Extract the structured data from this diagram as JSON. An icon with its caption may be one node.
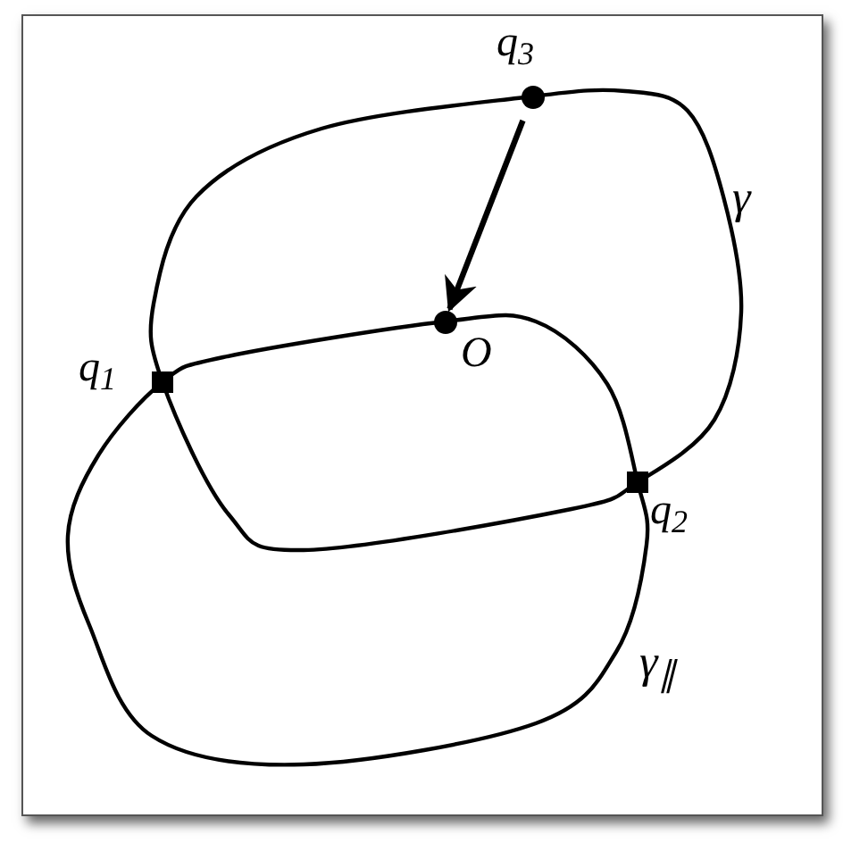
{
  "diagram": {
    "nodes": [
      {
        "text": [],
        "shape": "circle",
        "beside": [
          "q$_{3}$"
        ]
      },
      {
        "text": [],
        "shape": "circle",
        "beside": [
          "O"
        ]
      },
      {
        "text": [],
        "shape": "box",
        "beside": [
          "q$_{1}$"
        ]
      },
      {
        "text": [],
        "shape": "box",
        "beside": [
          "q$_{2}$"
        ]
      }
    ],
    "edges": [
      {
        "from": 0,
        "to": 1,
        "arrow": "to"
      }
    ],
    "labels": [
      "γ",
      "γ$_{∥}$"
    ]
  }
}
